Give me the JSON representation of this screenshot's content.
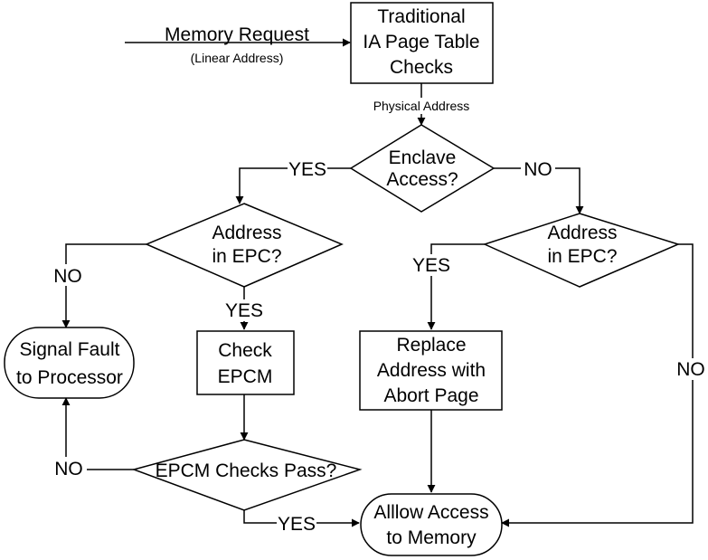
{
  "nodes": {
    "memory_request": {
      "label": "Memory Request",
      "sublabel": "(Linear Address)"
    },
    "page_table_checks": {
      "lines": [
        "Traditional",
        "IA Page Table",
        "Checks"
      ]
    },
    "enclave_access": {
      "lines": [
        "Enclave",
        "Access?"
      ]
    },
    "address_in_epc_left": {
      "lines": [
        "Address",
        "in EPC?"
      ]
    },
    "address_in_epc_right": {
      "lines": [
        "Address",
        "in EPC?"
      ]
    },
    "signal_fault": {
      "lines": [
        "Signal Fault",
        "to Processor"
      ]
    },
    "check_epcm": {
      "lines": [
        "Check",
        "EPCM"
      ]
    },
    "replace_address": {
      "lines": [
        "Replace",
        "Address with",
        "Abort Page"
      ]
    },
    "epcm_checks_pass": {
      "lines": [
        "EPCM Checks Pass?"
      ]
    },
    "allow_access": {
      "lines": [
        "Alllow Access",
        "to Memory"
      ]
    }
  },
  "edge_labels": {
    "physical_address": "Physical Address",
    "enclave_yes": "YES",
    "enclave_no": "NO",
    "left_epc_no": "NO",
    "left_epc_yes": "YES",
    "right_epc_yes": "YES",
    "right_epc_no": "NO",
    "epcm_no": "NO",
    "epcm_yes": "YES"
  },
  "colors": {
    "stroke": "#000000",
    "fill": "#ffffff"
  }
}
